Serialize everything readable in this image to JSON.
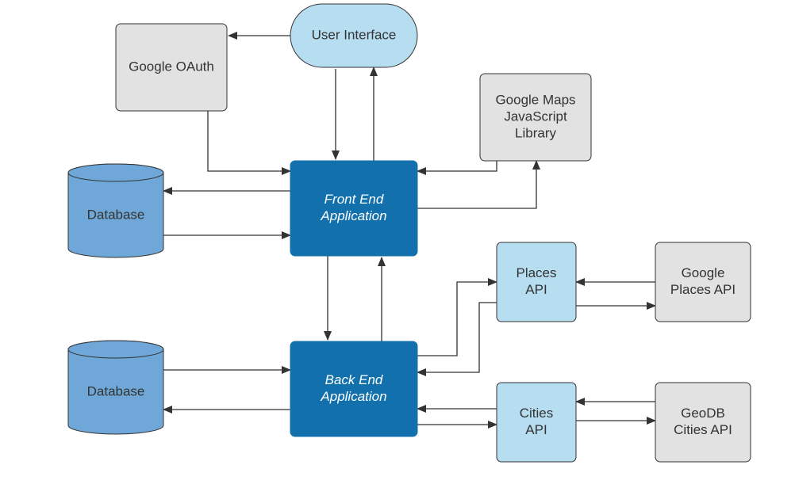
{
  "colors": {
    "primary_blue": "#1270ad",
    "light_blue": "#b7ddf1",
    "gray": "#e2e2e2",
    "database_blue": "#6fa8d8",
    "stroke": "#333333"
  },
  "nodes": {
    "user_interface": {
      "lines": [
        "User Interface"
      ]
    },
    "google_oauth": {
      "lines": [
        "Google OAuth"
      ]
    },
    "google_maps": {
      "lines": [
        "Google Maps",
        "JavaScript",
        "Library"
      ]
    },
    "database_top": {
      "lines": [
        "Database"
      ]
    },
    "front_end": {
      "lines": [
        "Front End",
        "Application"
      ]
    },
    "places_api": {
      "lines": [
        "Places",
        "API"
      ]
    },
    "google_places": {
      "lines": [
        "Google",
        "Places API"
      ]
    },
    "database_bottom": {
      "lines": [
        "Database"
      ]
    },
    "back_end": {
      "lines": [
        "Back End",
        "Application"
      ]
    },
    "cities_api": {
      "lines": [
        "Cities",
        "API"
      ]
    },
    "geodb": {
      "lines": [
        "GeoDB",
        "Cities API"
      ]
    }
  },
  "edges": [
    {
      "from": "user_interface",
      "to": "google_oauth"
    },
    {
      "from": "user_interface",
      "to": "front_end"
    },
    {
      "from": "front_end",
      "to": "user_interface"
    },
    {
      "from": "google_oauth",
      "to": "front_end"
    },
    {
      "from": "google_maps",
      "to": "front_end"
    },
    {
      "from": "front_end",
      "to": "google_maps"
    },
    {
      "from": "front_end",
      "to": "database_top"
    },
    {
      "from": "database_top",
      "to": "front_end"
    },
    {
      "from": "front_end",
      "to": "back_end"
    },
    {
      "from": "back_end",
      "to": "front_end"
    },
    {
      "from": "database_bottom",
      "to": "back_end"
    },
    {
      "from": "back_end",
      "to": "database_bottom"
    },
    {
      "from": "back_end",
      "to": "places_api"
    },
    {
      "from": "places_api",
      "to": "back_end"
    },
    {
      "from": "google_places",
      "to": "places_api"
    },
    {
      "from": "places_api",
      "to": "google_places"
    },
    {
      "from": "cities_api",
      "to": "back_end"
    },
    {
      "from": "back_end",
      "to": "cities_api"
    },
    {
      "from": "geodb",
      "to": "cities_api"
    },
    {
      "from": "cities_api",
      "to": "geodb"
    }
  ]
}
